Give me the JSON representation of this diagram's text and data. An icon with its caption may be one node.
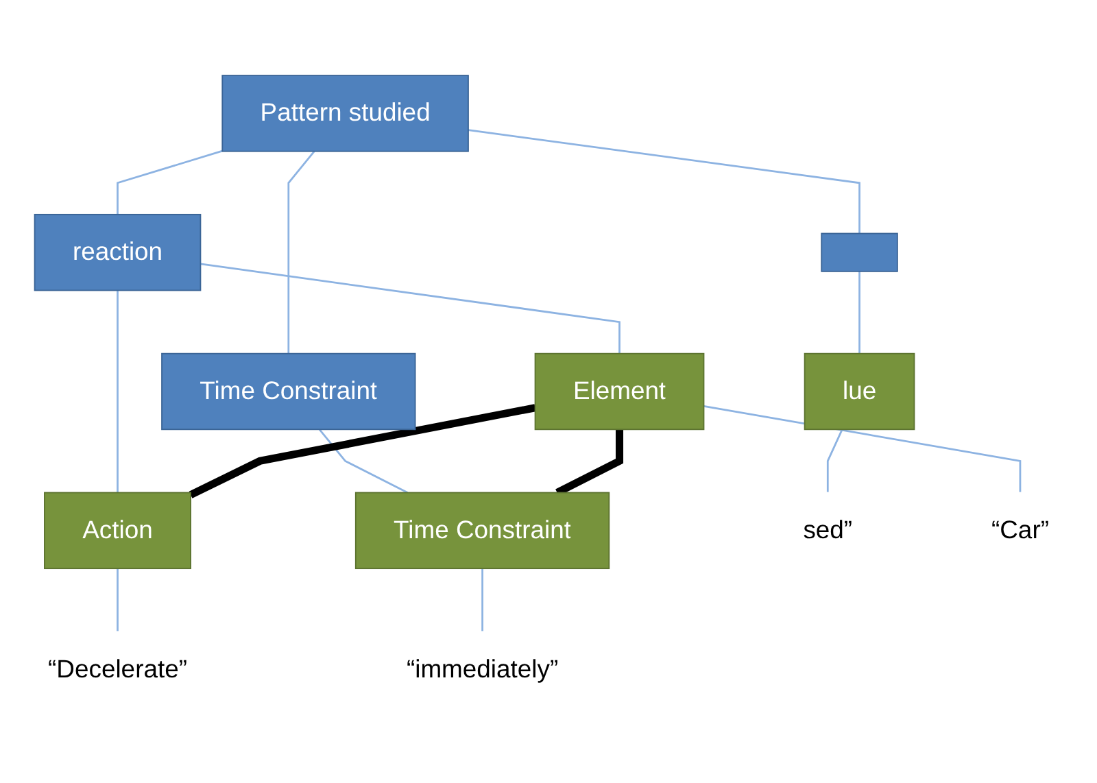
{
  "diagram": {
    "nodes": [
      {
        "text": [
          "Pattern studied"
        ]
      },
      {
        "text": [],
        "shape": "box"
      },
      {
        "text": [
          "reaction"
        ]
      },
      {
        "text": [
          "Time Constraint"
        ]
      },
      {
        "text": [
          "lue"
        ]
      },
      {
        "text": [
          "Element"
        ]
      },
      {
        "text": [
          "Action"
        ]
      },
      {
        "text": [
          "Time Constraint"
        ]
      },
      {
        "text": [
          "sed”"
        ]
      },
      {
        "text": [
          "“Car”"
        ]
      },
      {
        "text": [
          "“Decelerate”"
        ]
      },
      {
        "text": [
          "“immediately”"
        ]
      }
    ],
    "edges": [
      {
        "from": 0,
        "to": 1,
        "arrow": "none"
      },
      {
        "from": 0,
        "to": 2,
        "arrow": "none"
      },
      {
        "from": 0,
        "to": 3,
        "arrow": "none"
      },
      {
        "from": 1,
        "to": 4,
        "arrow": "none"
      },
      {
        "from": 2,
        "to": 5,
        "arrow": "none"
      },
      {
        "from": 2,
        "to": 6,
        "arrow": "none"
      },
      {
        "from": 3,
        "to": 7,
        "arrow": "none"
      },
      {
        "from": 5,
        "to": 6,
        "arrow": "none",
        "style": "thick",
        "color": "#000000"
      },
      {
        "from": 5,
        "to": 7,
        "arrow": "none",
        "style": "thick",
        "color": "#000000"
      },
      {
        "from": 4,
        "to": 8,
        "arrow": "none"
      },
      {
        "from": 5,
        "to": 9,
        "arrow": "none"
      },
      {
        "from": 6,
        "to": 10,
        "arrow": "none"
      },
      {
        "from": 7,
        "to": 11,
        "arrow": "none"
      }
    ]
  }
}
